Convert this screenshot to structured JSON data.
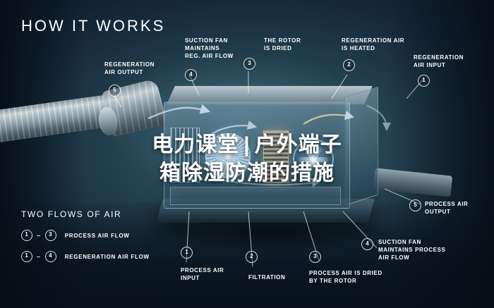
{
  "headline": {
    "thin": "HOW ",
    "bold": "IT WORKS",
    "full": "HOW IT WORKS"
  },
  "callouts": [
    {
      "id": "regeneration-air-output",
      "num": "5",
      "text": "REGENERATION\nAIR OUTPUT"
    },
    {
      "id": "suction-fan-maintains-reg-air-flow",
      "num": "4",
      "text": "SUCTION FAN\nMAINTAINS\nREG. AIR FLOW"
    },
    {
      "id": "the-rotor-is-dried",
      "num": "3",
      "text": "THE ROTOR\nIS DRIED"
    },
    {
      "id": "regeneration-air-is-heated",
      "num": "2",
      "text": "REGENERATION AIR\nIS HEATED"
    },
    {
      "id": "regeneration-air-input",
      "num": "1",
      "text": "REGENERATION\nAIR INPUT"
    },
    {
      "id": "process-air-output",
      "num": "5",
      "text": "PROCESS AIR\nOUTPUT"
    },
    {
      "id": "suction-fan-maintains-process-air-flow",
      "num": "4",
      "text": "SUCTION FAN\nMAINTAINS PROCESS\nAIR FLOW"
    },
    {
      "id": "process-air-is-dried-by-the-rotor",
      "num": "3",
      "text": "PROCESS AIR IS DRIED\nBY THE ROTOR"
    },
    {
      "id": "filtration",
      "num": "2",
      "text": "FILTRATION"
    },
    {
      "id": "process-air-input",
      "num": "1",
      "text": "PROCESS AIR\nINPUT"
    }
  ],
  "legend": {
    "title": "TWO FLOWS OF AIR",
    "rows": [
      {
        "from": "1",
        "dash": "–",
        "to": "3",
        "label": "PROCESS AIR FLOW"
      },
      {
        "from": "1",
        "dash": "–",
        "to": "4",
        "label": "REGENERATION AIR FLOW"
      }
    ]
  },
  "overlay": {
    "line1_a": "电力课堂",
    "line1_sep": "|",
    "line1_b": "户外端子",
    "line2": "箱除湿防潮的措施"
  },
  "colors": {
    "accent_white": "#ffffff",
    "bg_dark": "#0d1d2b",
    "panel_blue": "#35596d",
    "heater_orange": "#ffbe78"
  }
}
